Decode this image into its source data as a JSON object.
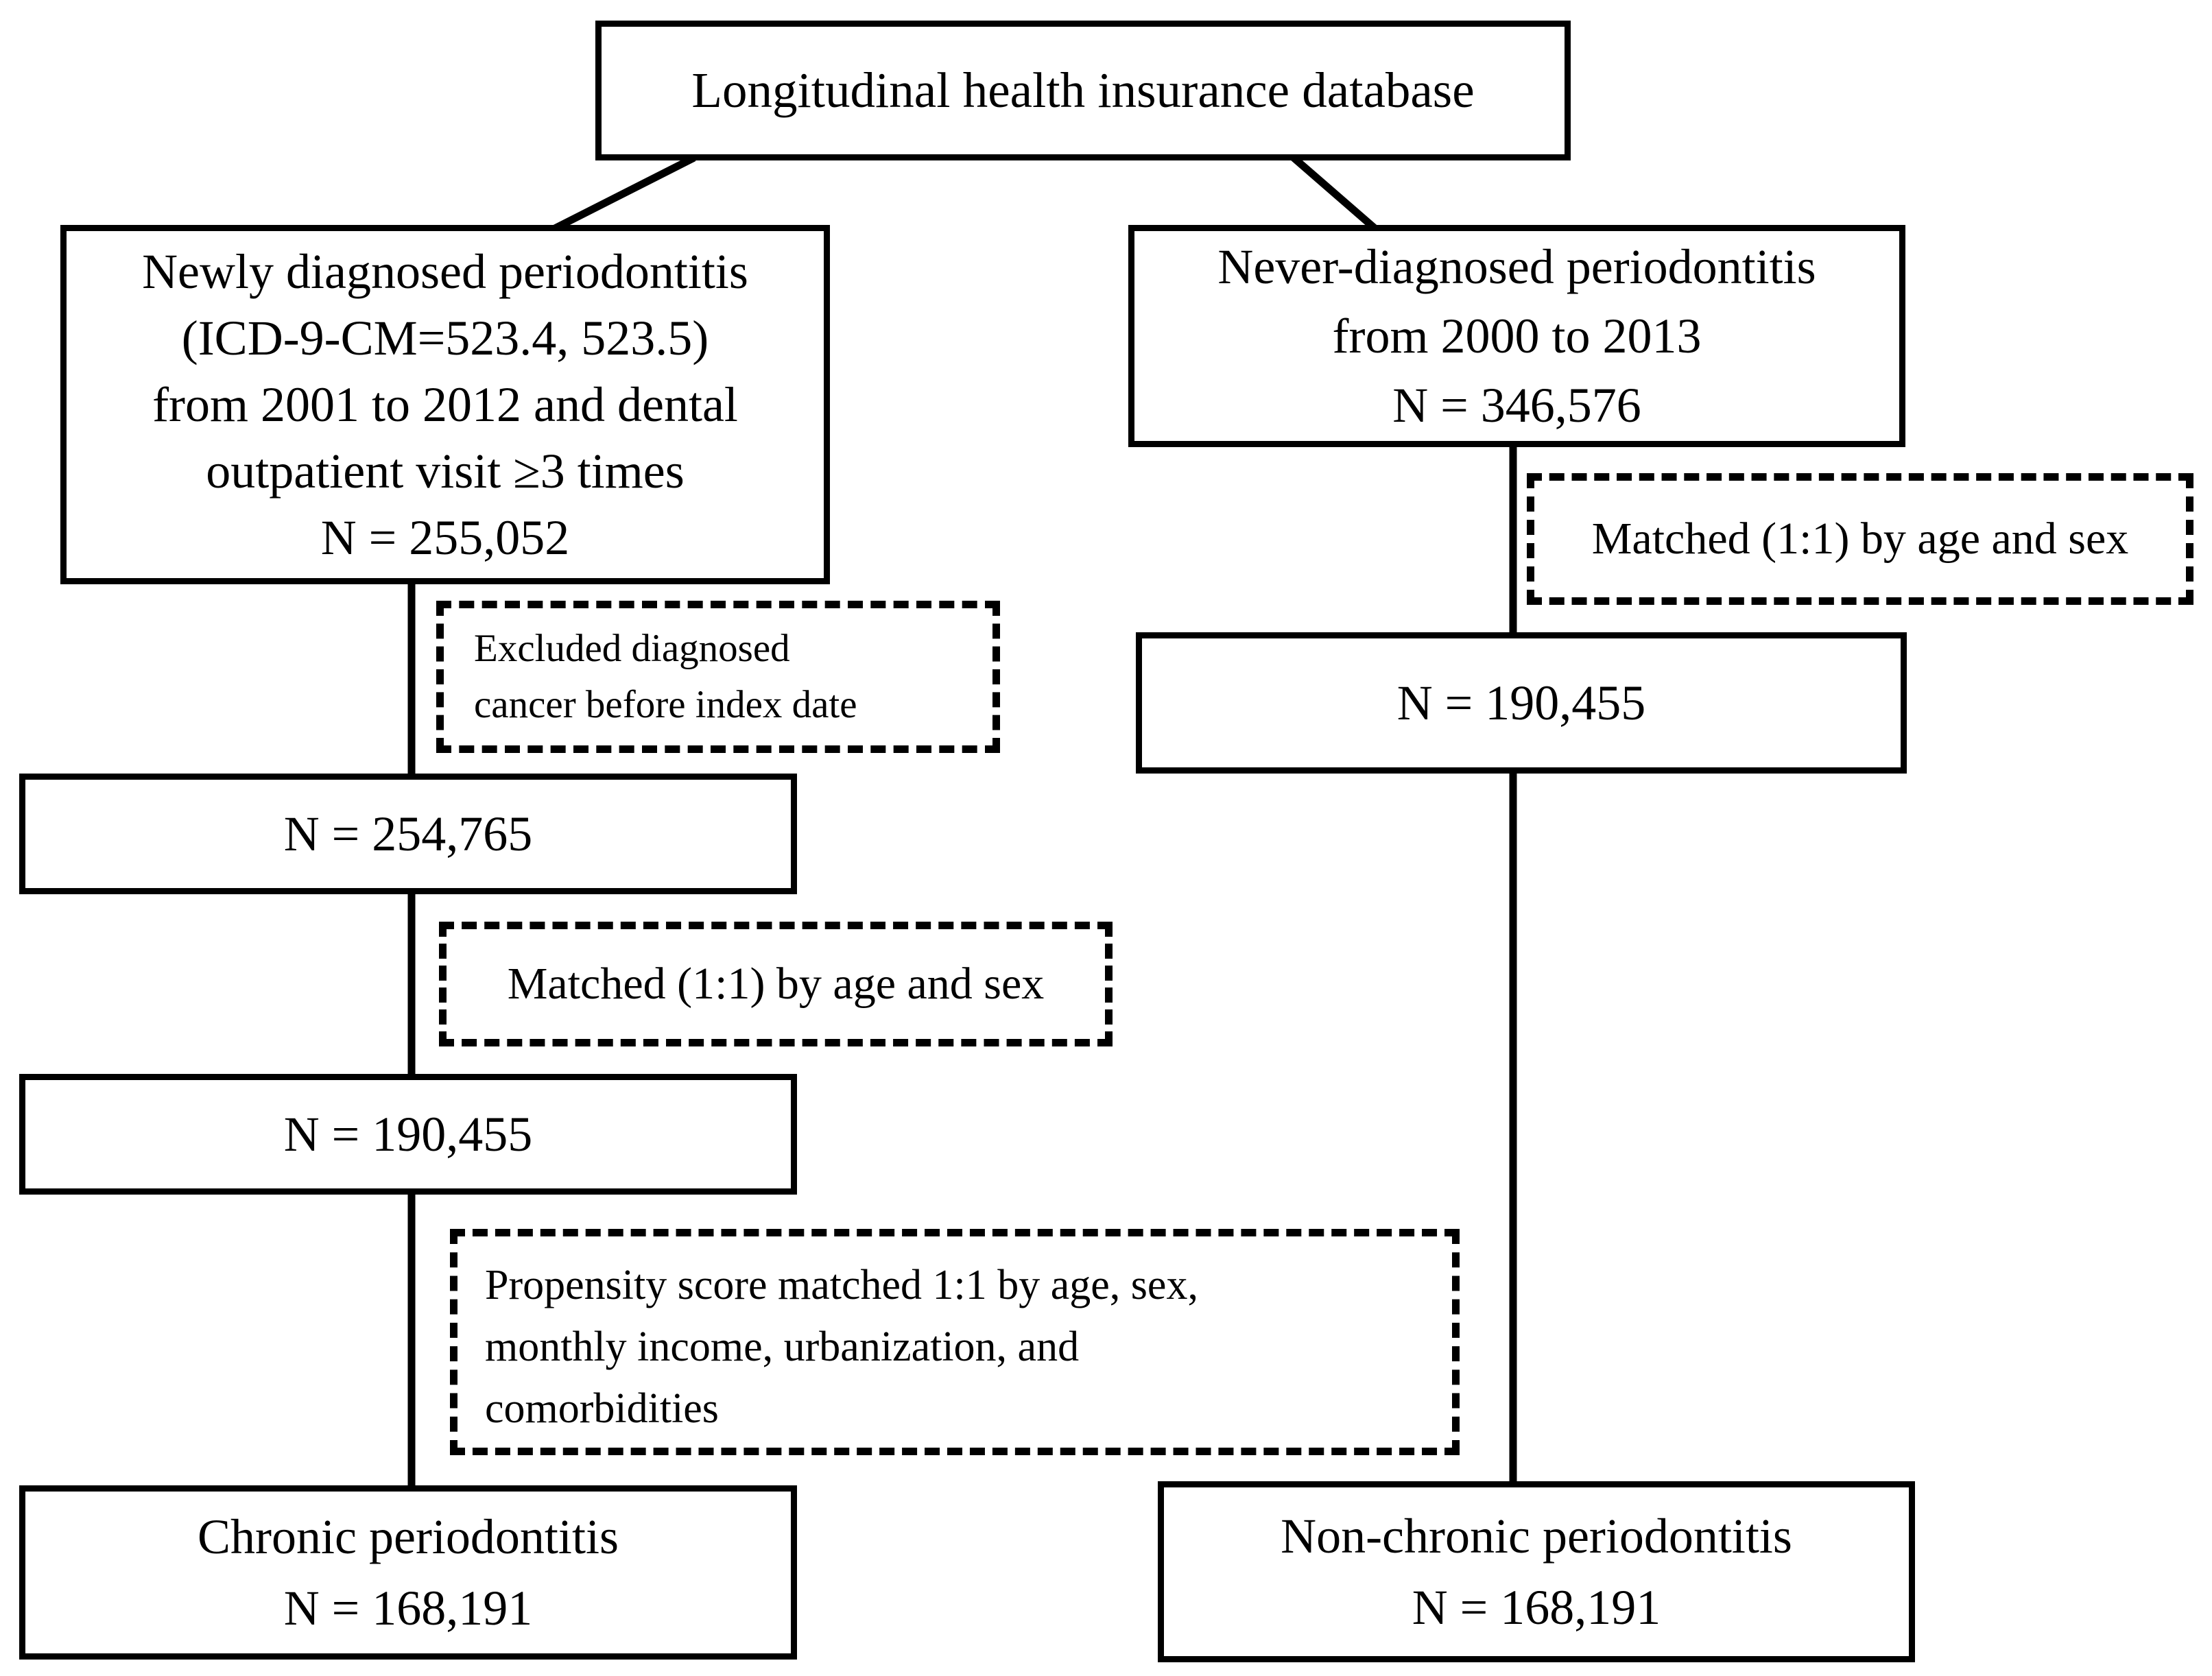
{
  "flowchart": {
    "database": {
      "label": "Longitudinal health insurance database"
    },
    "newly_diagnosed": {
      "line1": "Newly diagnosed periodontitis",
      "line2": "(ICD-9-CM=523.4, 523.5)",
      "line3": "from 2001 to 2012 and dental",
      "line4": "outpatient visit ≥3 times",
      "line5": "N = 255,052"
    },
    "never_diagnosed": {
      "line1": "Never-diagnosed periodontitis",
      "line2": "from 2000 to 2013",
      "line3": "N = 346,576"
    },
    "matched_right": {
      "label": "Matched (1:1) by age and sex"
    },
    "n_matched_right": {
      "label": "N = 190,455"
    },
    "excluded": {
      "line1": "Excluded diagnosed",
      "line2": "cancer before index date"
    },
    "n_after_exclusion": {
      "label": "N = 254,765"
    },
    "matched_left": {
      "label": "Matched (1:1) by age and sex"
    },
    "n_matched_left": {
      "label": "N = 190,455"
    },
    "propensity": {
      "line1": "Propensity score matched 1:1 by age, sex,",
      "line2": "monthly income, urbanization, and",
      "line3": "comorbidities"
    },
    "chronic": {
      "line1": "Chronic periodontitis",
      "line2": "N = 168,191"
    },
    "nonchronic": {
      "line1": "Non-chronic periodontitis",
      "line2": "N = 168,191"
    },
    "colors": {
      "ink": "#000000",
      "background": "#ffffff"
    }
  }
}
